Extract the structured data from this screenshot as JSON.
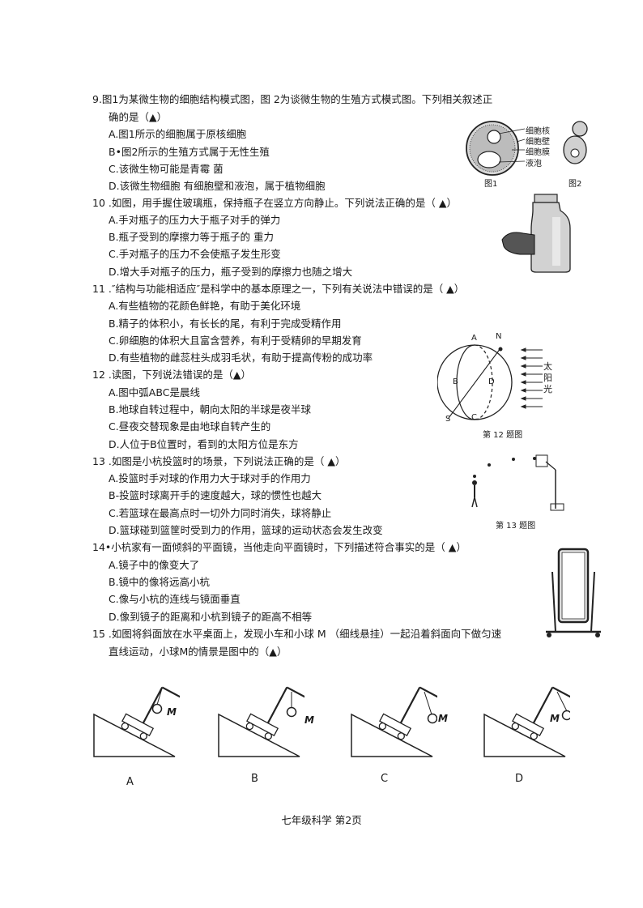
{
  "q9": {
    "stem1": "9.图1为某微生物的细胞结构模式图，图 2为谈微生物的生殖方式模式图。下列相关叙述正",
    "stem2": "确的是（▲）",
    "options": [
      "A.图1所示的细胞属于原核细胞",
      "B•图2所示的生殖方式属于无性生殖",
      "C.该微生物可能是青霉 菌",
      "D.该微生物细胞 有细胞壁和液泡，属于植物细胞"
    ],
    "fig_labels": [
      "细胞核",
      "细胞壁",
      "细胞膜",
      "液泡"
    ],
    "cap1": "图1",
    "cap2": "图2"
  },
  "q10": {
    "stem": "10 .如图，用手握住玻璃瓶，保持瓶子在竖立方向静止。下列说法正确的是（  ▲）",
    "options": [
      "A.手对瓶子的压力大于瓶子对手的弹力",
      "B.瓶子受到的摩擦力等于瓶子的 重力",
      "C.手对瓶子的压力不会使瓶子发生形变",
      "D.增大手对瓶子的压力，瓶子受到的摩擦力也随之增大"
    ]
  },
  "q11": {
    "stem": "11 .″结构与功能相适应″是科学中的基本原理之一，下列有关说法中错误的是（ ▲）",
    "options": [
      "A.有些植物的花颜色鲜艳，有助于美化环境",
      "B.精子的体积小，有长长的尾，有利于完成受精作用",
      "C.卵细胞的体积大且富含营养，有利于受精卵的早期发育",
      "D.有些植物的雌蕊柱头成羽毛状，有助于提高传粉的成功率"
    ]
  },
  "q12": {
    "stem": "12 .读图，下列说法错误的是（▲）",
    "options": [
      "A.图中弧ABC是晨线",
      "B.地球自转过程中，朝向太阳的半球是夜半球",
      "C.昼夜交替现象是由地球自转产生的",
      "D.人位于B位置时，看到的太阳方位是东方"
    ],
    "fig_letters": [
      "A",
      "N",
      "B",
      "D",
      "S",
      "C"
    ],
    "sun_text": [
      "太",
      "阳",
      "光"
    ],
    "caption": "第 12 题图"
  },
  "q13": {
    "stem": "13 .如图是小杭投篮时的场景，下列说法正确的是（ ▲）",
    "options": [
      "A.投篮时手对球的作用力大于球对手的作用力",
      "B-投篮时球离开手的速度越大，球的惯性也越大",
      "C.若篮球在最高点时一切外力同时消失，球将静止",
      "D.篮球碰到篮筐时受到力的作用，篮球的运动状态会发生改变"
    ],
    "caption": "第 13 题图"
  },
  "q14": {
    "stem": "14•小杭家有一面倾斜的平面镜，当他走向平面镜时，下列描述符合事实的是（  ▲）",
    "options": [
      "A.镜子中的像变大了",
      "B.镜中的像将远高小杭",
      "C.像与小杭的连线与镜面垂直",
      "D.像到镜子的距离和小杭到镜子的距高不相等"
    ]
  },
  "q15": {
    "stem1": "15 .如图将斜面放在水平桌面上，发现小车和小球 M  （细线悬挂）一起沿着斜面向下做匀速",
    "stem2": "直线运动，小球M的情景是图中的（▲）",
    "ball_label": "M",
    "choices": [
      "A",
      "B",
      "C",
      "D"
    ]
  },
  "footer": "七年级科学  第2页"
}
